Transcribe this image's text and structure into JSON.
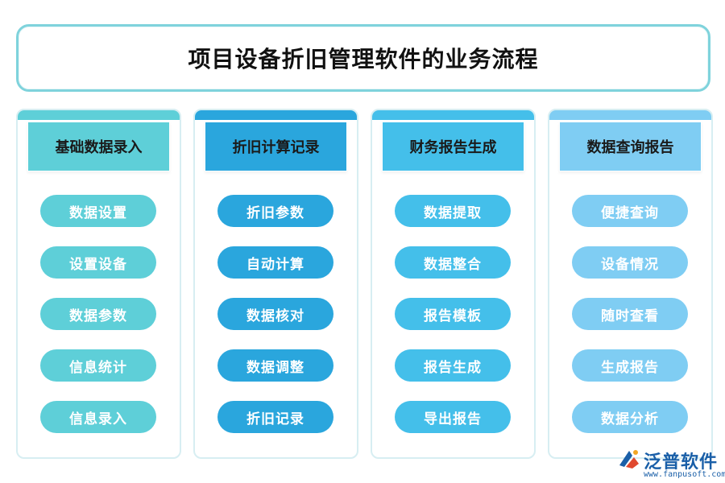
{
  "title": "项目设备折旧管理软件的业务流程",
  "columns": [
    {
      "header": "基础数据录入",
      "items": [
        "数据设置",
        "设置设备",
        "数据参数",
        "信息统计",
        "信息录入"
      ]
    },
    {
      "header": "折旧计算记录",
      "items": [
        "折旧参数",
        "自动计算",
        "数据核对",
        "数据调整",
        "折旧记录"
      ]
    },
    {
      "header": "财务报告生成",
      "items": [
        "数据提取",
        "数据整合",
        "报告模板",
        "报告生成",
        "导出报告"
      ]
    },
    {
      "header": "数据查询报告",
      "items": [
        "便捷查询",
        "设备情况",
        "随时查看",
        "生成报告",
        "数据分析"
      ]
    }
  ],
  "colors": {
    "col1": "#5ecfd8",
    "col2": "#2aa6dd",
    "col3": "#44bfea",
    "col4": "#7fcdf3",
    "title_border": "#7fd3dc",
    "logo": "#1a5fa8"
  },
  "logo": {
    "text": "泛普软件",
    "url": "www.fanpusoft.com",
    "icon": "fanpu-logo-icon"
  }
}
